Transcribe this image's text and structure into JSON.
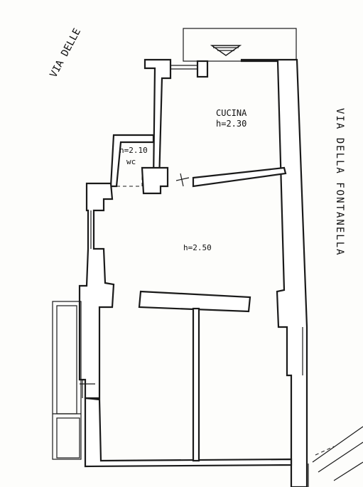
{
  "streets": {
    "top_left": "VIA DELLE",
    "right": "VIA DELLA FONTANELLA"
  },
  "rooms": {
    "kitchen": {
      "name": "CUCINA",
      "height": "h=2.30"
    },
    "wc": {
      "name": "wc",
      "height": "h=2.10"
    },
    "main": {
      "height": "h=2.50"
    }
  }
}
